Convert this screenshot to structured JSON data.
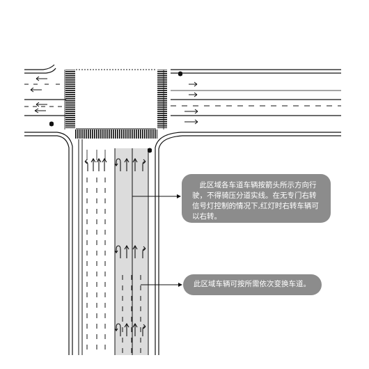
{
  "callouts": {
    "solid_lane_rule": {
      "line1": "　此区域各车道车辆按箭头所示方向行",
      "line2": "驶，不得骑压分道实线。在无专门右转",
      "line3": "信号灯控制的情况下,红灯时右转车辆可",
      "line4": "以右转。"
    },
    "dashed_lane_rule": {
      "text": "此区域车辆可按所需依次变换车道。"
    }
  },
  "lane_arrows": {
    "approach_stop_line": [
      "left-turn",
      "straight",
      "straight",
      "straight",
      "u-turn",
      "straight",
      "straight",
      "right-turn"
    ],
    "mid_section": [
      "u-turn",
      "straight",
      "straight",
      "right-turn"
    ],
    "bottom_section": [
      "u-turn",
      "straight",
      "straight",
      "right-turn"
    ]
  },
  "colors": {
    "lane_highlight": "#dcdcdc",
    "callout_fill": "#8c8c8c",
    "line": "#111111"
  }
}
